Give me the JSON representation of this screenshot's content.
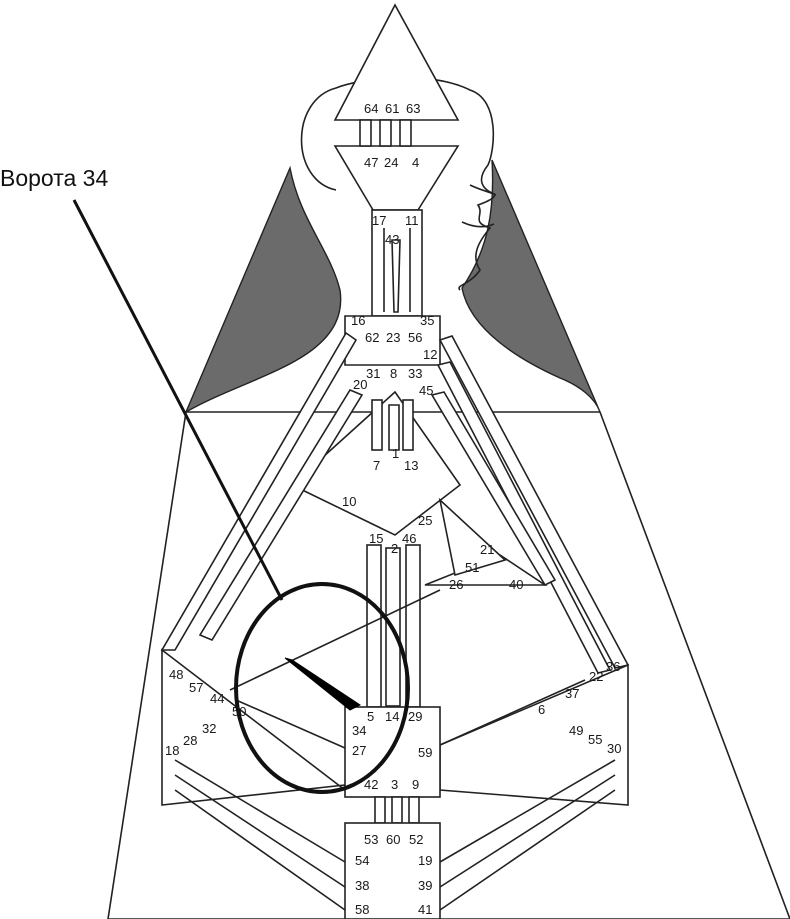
{
  "callout": {
    "label": "Ворота 34"
  },
  "colors": {
    "shade": "#6b6b6b",
    "line": "#222222",
    "highlight": "#000000"
  },
  "gates": {
    "g64": "64",
    "g61": "61",
    "g63": "63",
    "g47": "47",
    "g24": "24",
    "g4": "4",
    "g17": "17",
    "g11": "11",
    "g43": "43",
    "g16": "16",
    "g35": "35",
    "g62": "62",
    "g23": "23",
    "g56": "56",
    "g12": "12",
    "g20": "20",
    "g31": "31",
    "g8": "8",
    "g33": "33",
    "g45": "45",
    "g7": "7",
    "g1": "1",
    "g13": "13",
    "g10": "10",
    "g25": "25",
    "g15": "15",
    "g2": "2",
    "g46": "46",
    "g21": "21",
    "g51": "51",
    "g26": "26",
    "g40": "40",
    "g48": "48",
    "g36": "36",
    "g57": "57",
    "g44": "44",
    "g22": "22",
    "g37": "37",
    "g50": "50",
    "g5": "5",
    "g14": "14",
    "g29": "29",
    "g6": "6",
    "g34": "34",
    "g32": "32",
    "g28": "28",
    "g18": "18",
    "g49": "49",
    "g55": "55",
    "g30": "30",
    "g27": "27",
    "g59": "59",
    "g42": "42",
    "g3": "3",
    "g9": "9",
    "g53": "53",
    "g60": "60",
    "g52": "52",
    "g54": "54",
    "g19": "19",
    "g38": "38",
    "g39": "39",
    "g58": "58",
    "g41": "41"
  }
}
